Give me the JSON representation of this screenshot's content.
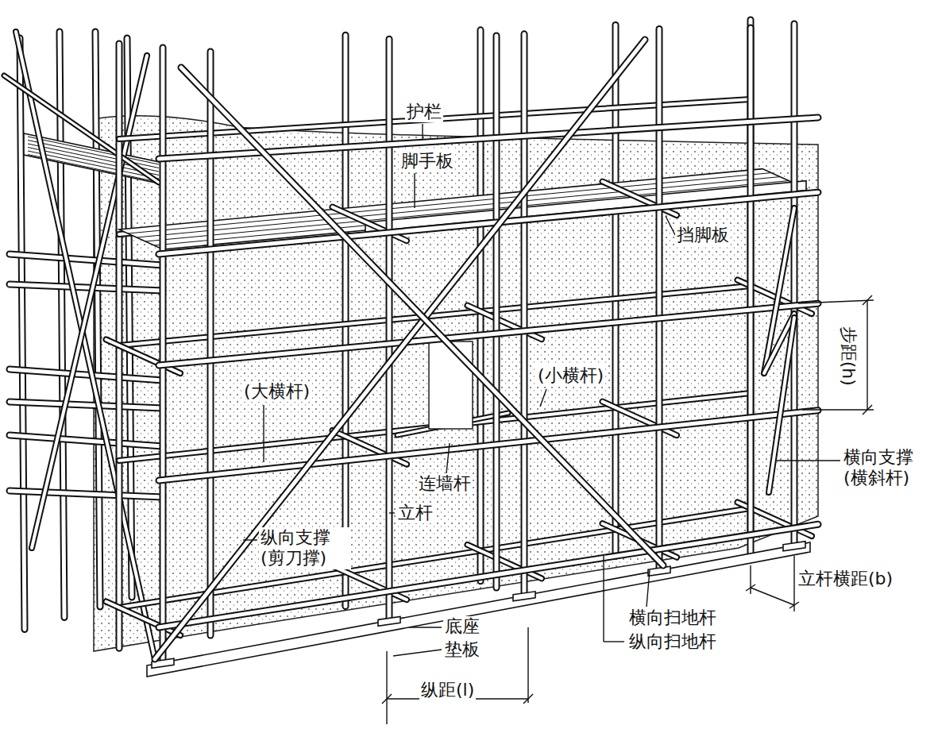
{
  "diagram": {
    "labels": [
      "护栏",
      "脚手板",
      "挡脚板",
      "步距(h)",
      "(大横杆)",
      "(小横杆)",
      "横向支撑 (横斜杆)",
      "连墙杆",
      "立杆",
      "纵向支撑 (剪刀撑)",
      "立杆横距(b)",
      "底座",
      "垫板",
      "横向扫地杆",
      "纵向扫地杆",
      "纵距(l)"
    ]
  }
}
